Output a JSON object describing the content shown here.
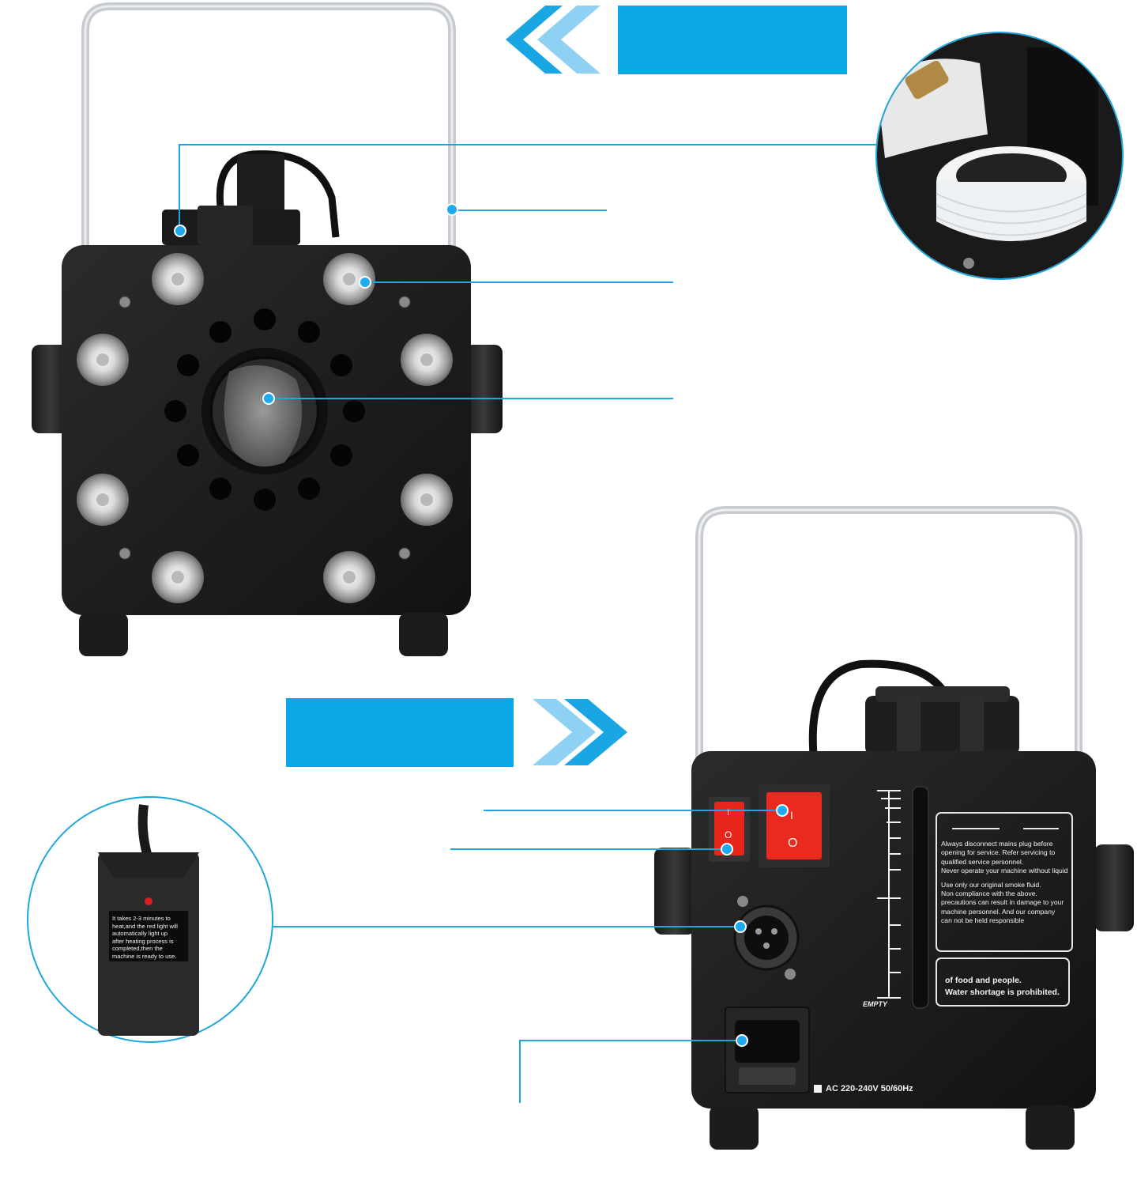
{
  "remote_label": {
    "lines": [
      "It takes 2-3 minutes to",
      "heat,and the red light will",
      "automatically light up",
      "after heating process is",
      "completed,then the",
      "machine is ready to use."
    ]
  },
  "warning_label": {
    "lines": [
      "Always disconnect mains plug before",
      "opening for service. Refer servicing to",
      "qualified service personnel.",
      "Never operate your machine without liquid",
      "",
      "Use only our original smoke fluid.",
      "Non compliance with the above.",
      "precautions can result in damage to your",
      "machine personnel. And our company",
      "can not be held responsible"
    ]
  },
  "notice_label": {
    "lines": [
      "of food and people.",
      "Water shortage is prohibited."
    ]
  },
  "tank_scale": {
    "empty_label": "EMPTY"
  },
  "power_rating": "AC 220-240V  50/60Hz",
  "switch_marks": {
    "on": "I",
    "off": "O"
  },
  "colors": {
    "accent": "#0aa6e6",
    "body": "#1c1c1c",
    "handle": "#cfd3d6"
  },
  "icons": [
    "double-chevron-left-icon",
    "double-chevron-right-icon"
  ]
}
